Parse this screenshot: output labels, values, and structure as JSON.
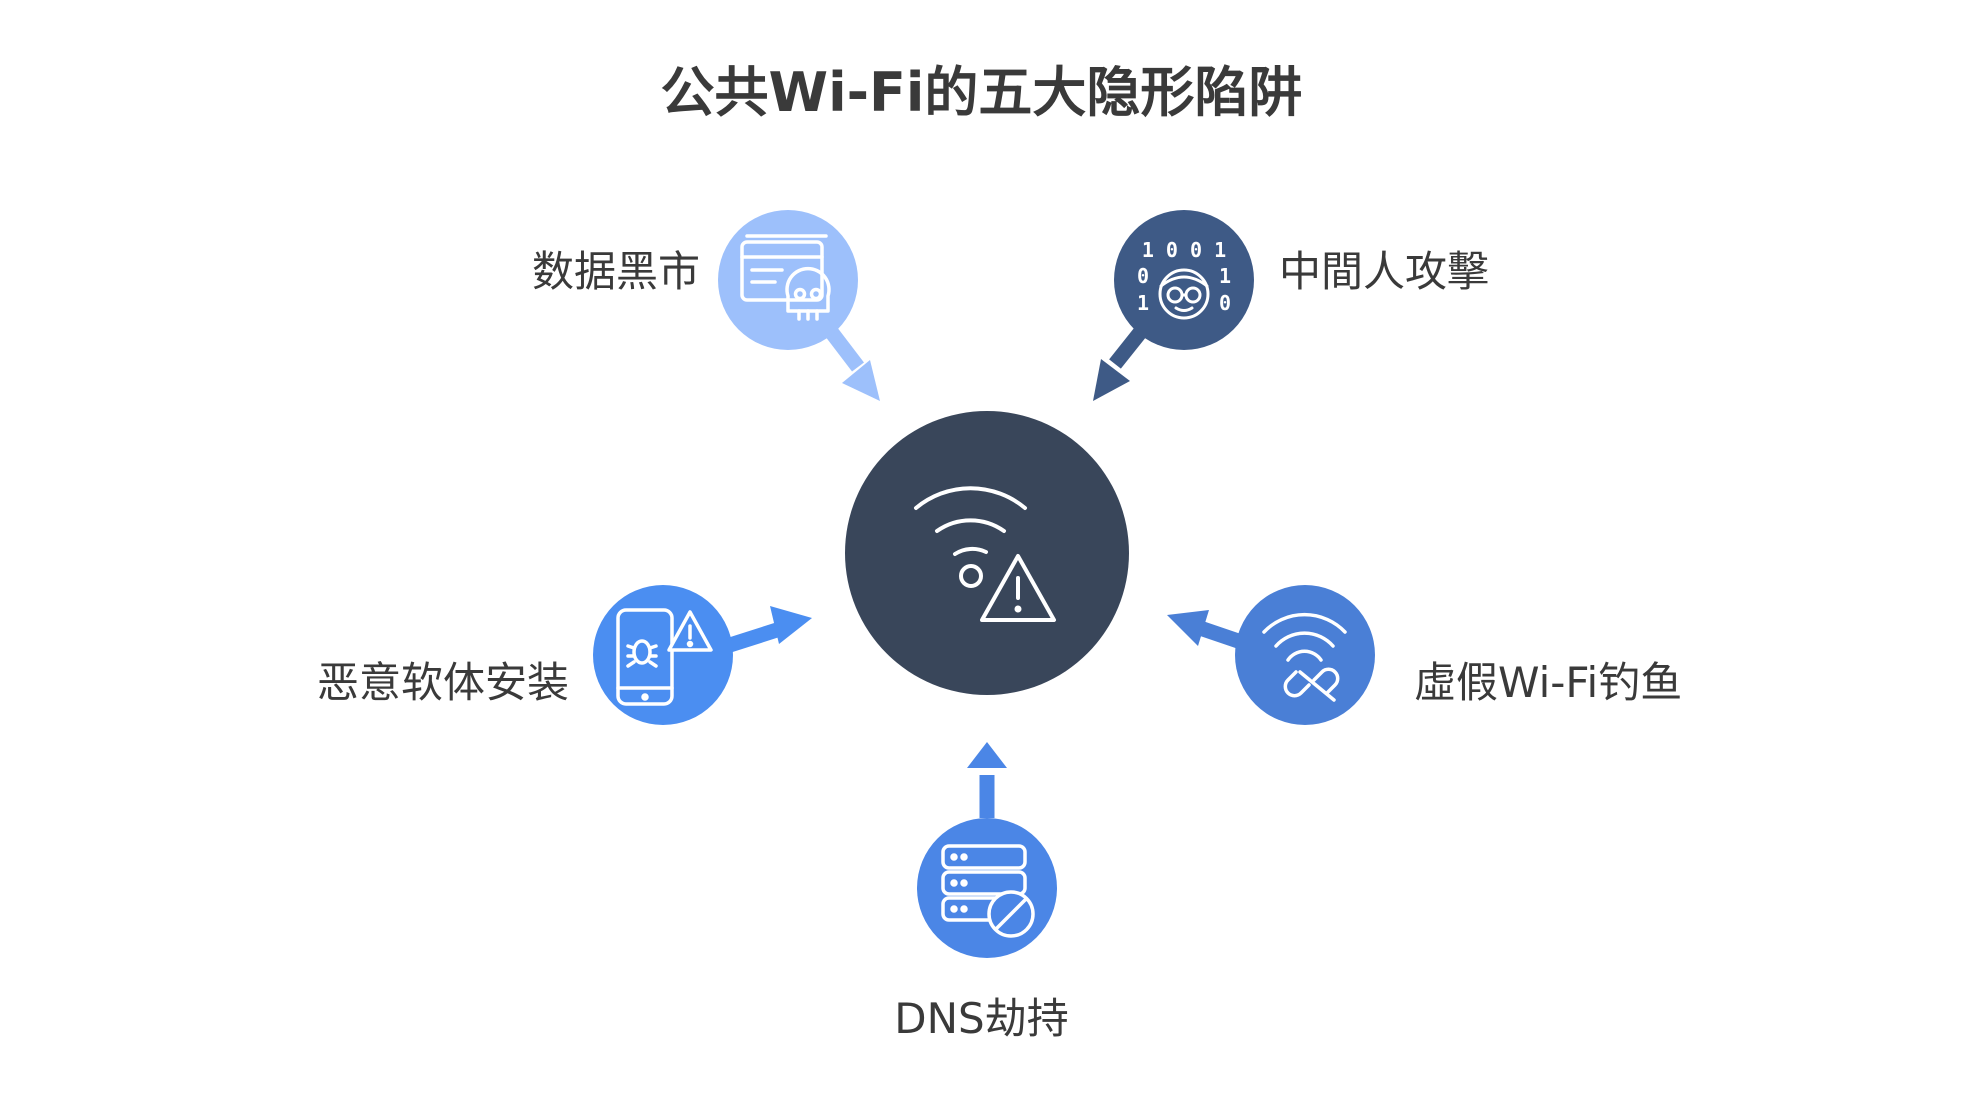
{
  "title": "公共Wi-Fi的五大隐形陷阱",
  "center": {
    "icon": "wifi-warning-icon",
    "color": "#39465a"
  },
  "traps": [
    {
      "id": "data-market",
      "label": "数据黑市",
      "icon": "id-card-skull-icon",
      "color": "#9dc0fb"
    },
    {
      "id": "mitm",
      "label": "中間人攻擊",
      "icon": "binary-hacker-icon",
      "color": "#3e5a86"
    },
    {
      "id": "malware",
      "label": "恶意软体安装",
      "icon": "phone-bug-warning-icon",
      "color": "#4b8ef1"
    },
    {
      "id": "fake-wifi",
      "label": "虛假Wi-Fi钓鱼",
      "icon": "wifi-broken-link-icon",
      "color": "#4a7fd6"
    },
    {
      "id": "dns",
      "label": "DNS劫持",
      "icon": "server-blocked-icon",
      "color": "#4b86e6"
    }
  ]
}
